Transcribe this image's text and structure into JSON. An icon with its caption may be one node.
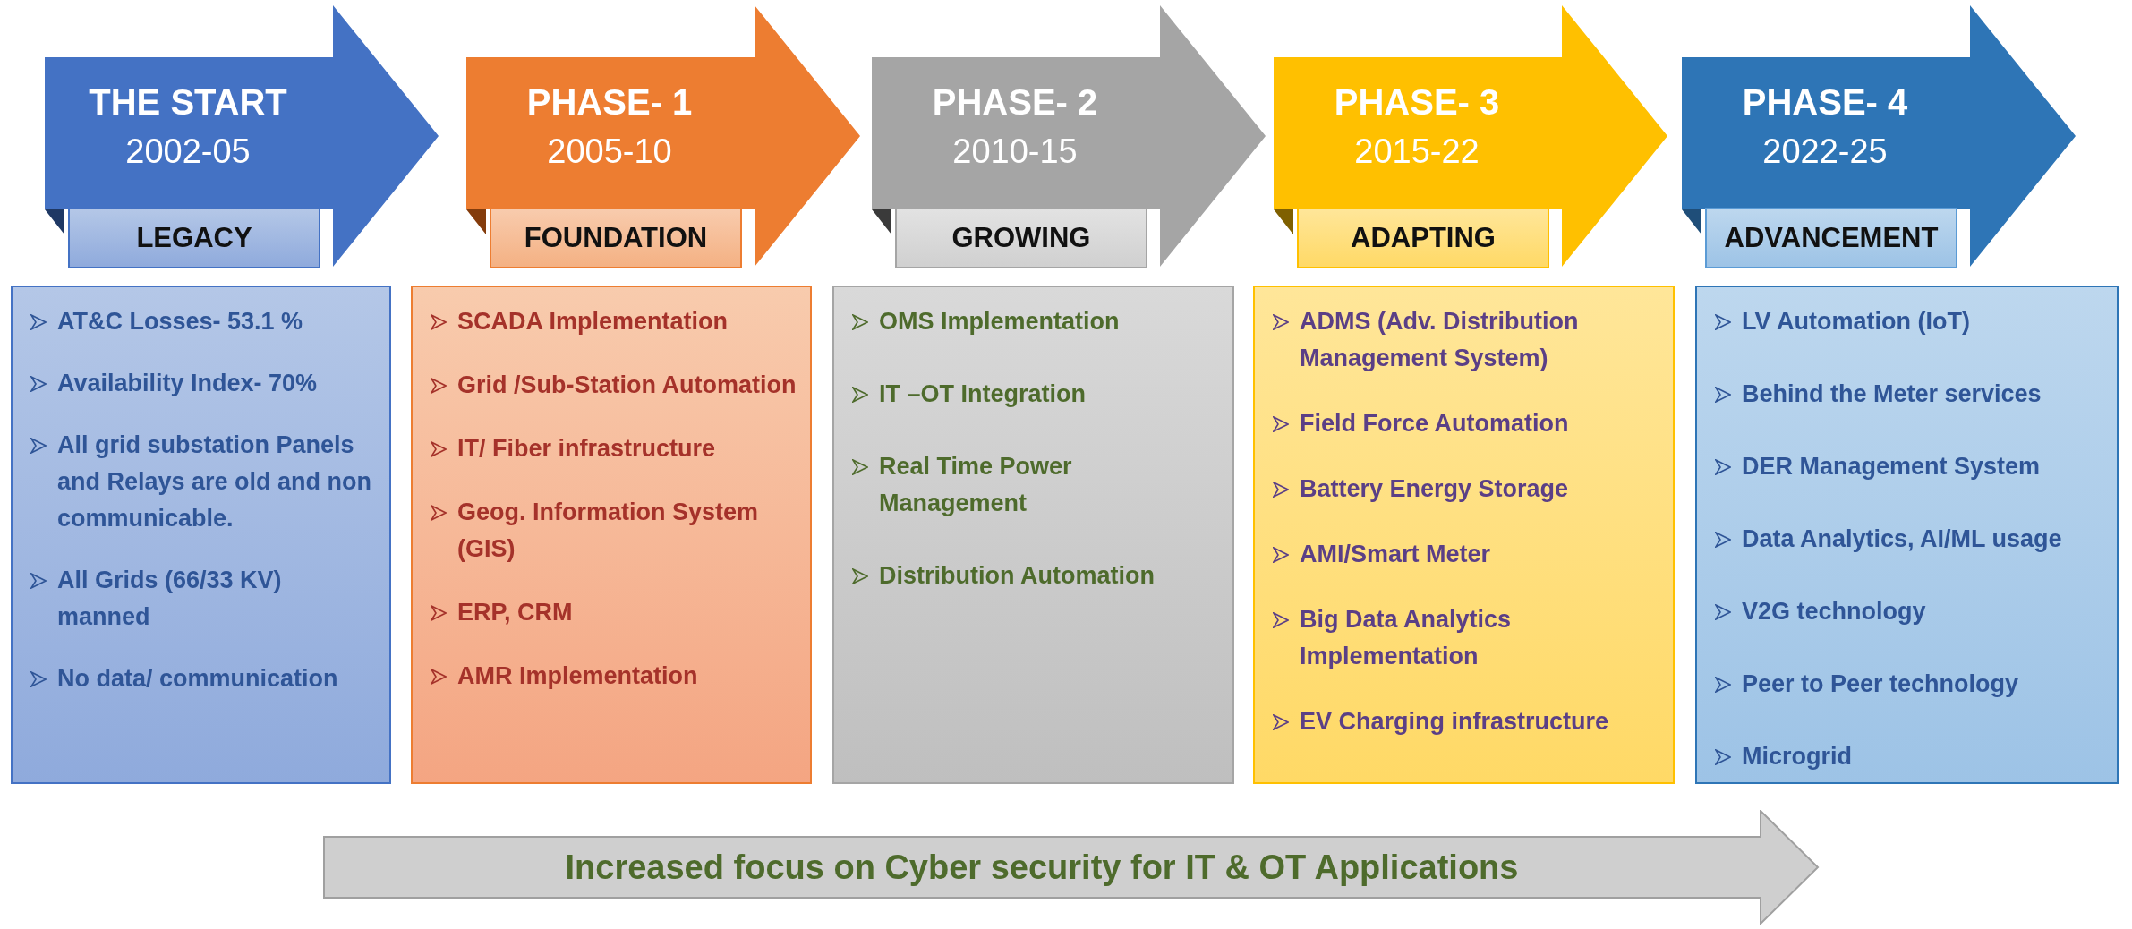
{
  "diagram": {
    "nodes": [
      {
        "text": [
          "THE START",
          "2002-05"
        ]
      },
      {
        "text": [
          "LEGACY"
        ]
      },
      {
        "text": [
          "AT&C Losses- 53.1 %",
          "Availability Index- 70%",
          "All grid substation Panels and Relays are old and non communicable.",
          "All Grids (66/33 KV) manned",
          "No data/ communication"
        ]
      },
      {
        "text": [
          "PHASE- 1",
          "2005-10"
        ]
      },
      {
        "text": [
          "FOUNDATION"
        ]
      },
      {
        "text": [
          "SCADA Implementation",
          "Grid /Sub-Station Automation",
          "IT/ Fiber infrastructure",
          "Geog. Information System (GIS)",
          "ERP, CRM",
          "AMR Implementation"
        ]
      },
      {
        "text": [
          "PHASE- 2",
          "2010-15"
        ]
      },
      {
        "text": [
          "GROWING"
        ]
      },
      {
        "text": [
          "OMS Implementation",
          "IT –OT Integration",
          "Real Time Power Management",
          "Distribution Automation"
        ]
      },
      {
        "text": [
          "PHASE- 3",
          "2015-22"
        ]
      },
      {
        "text": [
          "ADAPTING"
        ]
      },
      {
        "text": [
          "ADMS (Adv. Distribution Management System)",
          "Field Force Automation",
          "Battery Energy Storage",
          "AMI/Smart Meter",
          "Big Data Analytics Implementation",
          "EV Charging infrastructure"
        ]
      },
      {
        "text": [
          "PHASE- 4",
          "2022-25"
        ]
      },
      {
        "text": [
          "ADVANCEMENT"
        ]
      },
      {
        "text": [
          "LV Automation (IoT)",
          "Behind the Meter services",
          "DER Management System",
          "Data Analytics, AI/ML usage",
          "V2G technology",
          "Peer to Peer technology",
          "Microgrid"
        ]
      },
      {
        "text": [
          "Increased focus on Cyber security for IT & OT Applications"
        ]
      }
    ]
  }
}
